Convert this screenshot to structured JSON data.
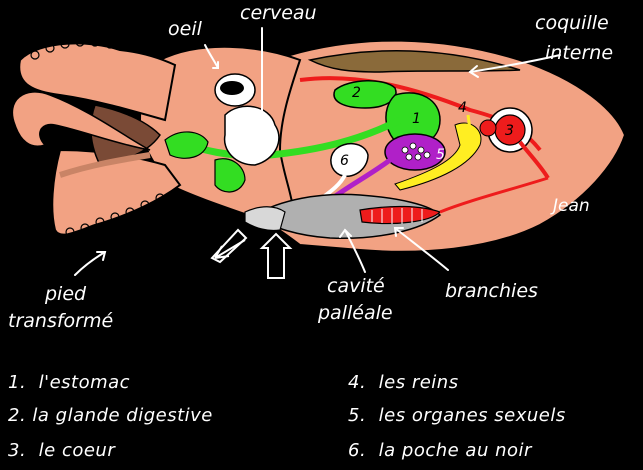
{
  "labels": {
    "oeil": "oeil",
    "cerveau": "cerveau",
    "coquille_line1": "coquille",
    "coquille_line2": "interne",
    "pied_line1": "pied",
    "pied_line2": "transformé",
    "cavite_line1": "cavité",
    "cavite_line2": "palléale",
    "branchies": "branchies",
    "signature": "Jean"
  },
  "organ_numbers": [
    "1",
    "2",
    "3",
    "4",
    "5",
    "6"
  ],
  "legend": [
    {
      "num": "1.",
      "text": "l'estomac"
    },
    {
      "num": "2.",
      "text": "la glande digestive"
    },
    {
      "num": "3.",
      "text": "le coeur"
    },
    {
      "num": "4.",
      "text": "les reins"
    },
    {
      "num": "5.",
      "text": "les organes sexuels"
    },
    {
      "num": "6.",
      "text": "la poche au noir"
    }
  ],
  "colors": {
    "body": "#f2a283",
    "body_dark": "#c98466",
    "digestive": "#33dd22",
    "heart": "#ee1c1c",
    "reins": "#ffee22",
    "sexual": "#b020c8",
    "shell": "#8a6a3a",
    "ink_sac": "#ffffff",
    "cavity": "#b0b0b0"
  }
}
